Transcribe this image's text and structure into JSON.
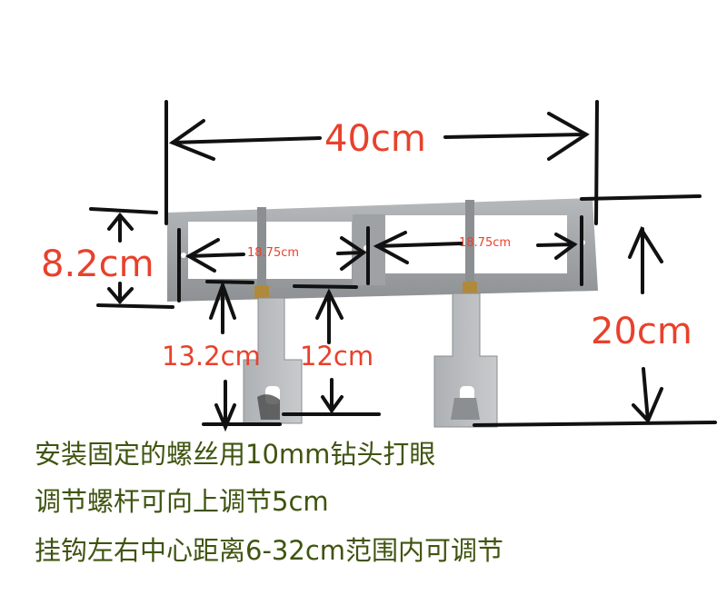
{
  "diagram": {
    "subject": "wall-mount bracket with two adjustable hooks",
    "colors": {
      "dimension_text": "#e8412c",
      "note_text": "#3f5410",
      "annotation_lines": "#111111",
      "metal": "#9a9da0"
    },
    "dimensions": {
      "total_width": "40cm",
      "frame_height": "8.2cm",
      "bay_left_width": "18.75cm",
      "bay_right_width": "18.75cm",
      "hook_drop_max": "13.2cm",
      "hook_drop_min": "12cm",
      "total_height": "20cm"
    },
    "notes": [
      "安装固定的螺丝用10mm钻头打眼",
      "调节螺杆可向上调节5cm",
      "挂钩左右中心距离6-32cm范围内可调节"
    ]
  }
}
